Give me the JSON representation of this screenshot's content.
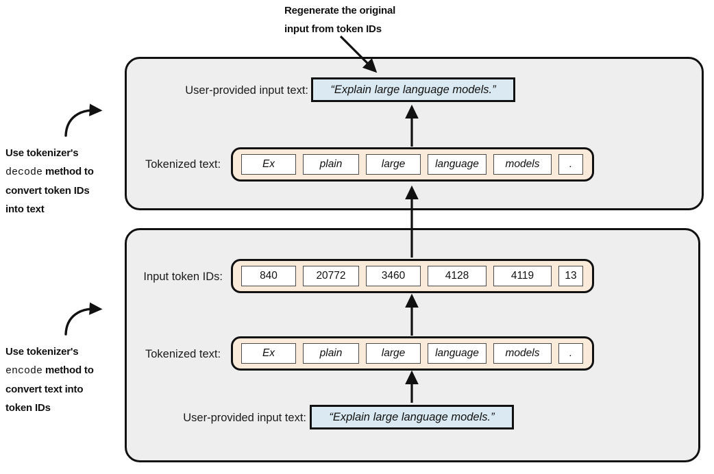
{
  "annotations": {
    "top_callout": {
      "line1": "Regenerate the original",
      "line2": "input from token IDs"
    },
    "decode_callout": {
      "line1": "Use tokenizer's",
      "line2_mono": "decode",
      "line2_rest": " method to",
      "line3": "convert token IDs",
      "line4": "into text"
    },
    "encode_callout": {
      "line1": "Use tokenizer's",
      "line2_mono": "encode",
      "line2_rest": " method to",
      "line3": "convert text into",
      "line4": "token IDs"
    }
  },
  "decode_panel": {
    "input_text_row": {
      "label": "User-provided input text:",
      "value": "“Explain large language models.”"
    },
    "tokenized_row": {
      "label": "Tokenized text:",
      "tokens": [
        "Ex",
        "plain",
        "large",
        "language",
        "models",
        "."
      ]
    }
  },
  "encode_panel": {
    "token_ids_row": {
      "label": "Input token IDs:",
      "ids": [
        "840",
        "20772",
        "3460",
        "4128",
        "4119",
        "13"
      ]
    },
    "tokenized_row": {
      "label": "Tokenized text:",
      "tokens": [
        "Ex",
        "plain",
        "large",
        "language",
        "models",
        "."
      ]
    },
    "input_text_row": {
      "label": "User-provided input text:",
      "value": "“Explain large language models.”"
    }
  },
  "colors": {
    "panel_fill": "#eeeeee",
    "panel_stroke": "#111111",
    "strip_fill": "#faeada",
    "chip_fill": "#ffffff",
    "input_fill": "#dbeaf2",
    "text": "#111111"
  }
}
